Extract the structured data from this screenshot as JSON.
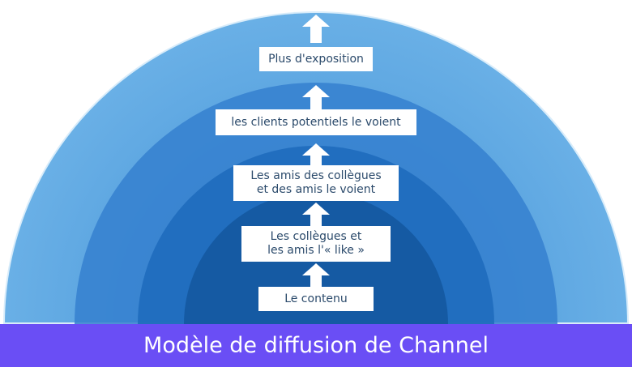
{
  "levels": [
    {
      "label": "Plus d'exposition"
    },
    {
      "label": "les clients potentiels le voient"
    },
    {
      "label_line1": "Les amis des collègues",
      "label_line2": "et des amis le voient"
    },
    {
      "label_line1": "Les collègues et",
      "label_line2": "les amis l'« like »"
    },
    {
      "label": "Le contenu"
    }
  ],
  "footer": {
    "title": "Modèle de diffusion de Channel"
  }
}
